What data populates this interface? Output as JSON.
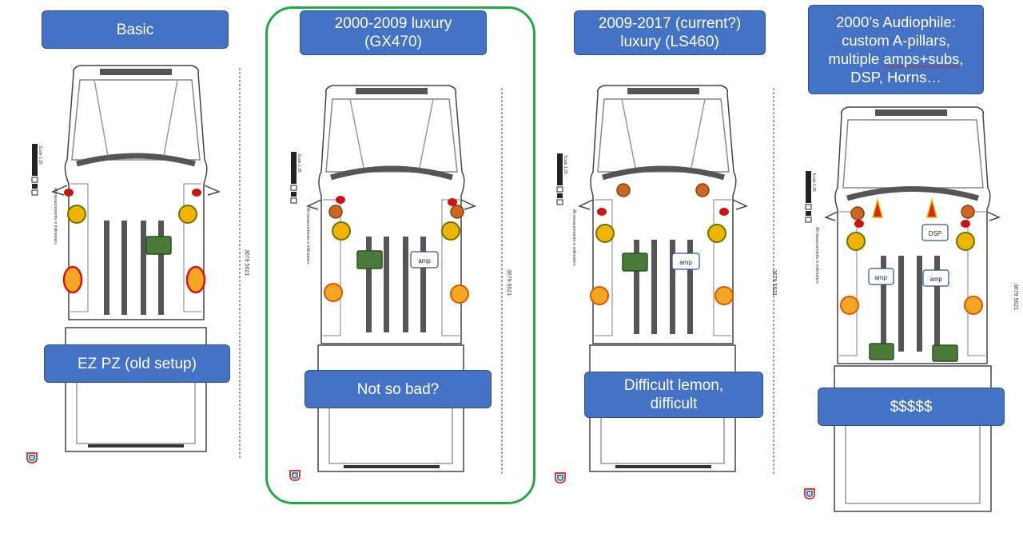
{
  "panels": [
    {
      "title": "Basic",
      "caption": "EZ PZ (old setup)",
      "dimension": "3679 5621",
      "units_note": "All measurements in millimeters",
      "scale": "Scale 1:25"
    },
    {
      "title_line1": "2000-2009 luxury",
      "title_line2": "(GX470)",
      "caption": "Not so bad?",
      "amp": "amp",
      "dimension": "3679 5621",
      "units_note": "All measurements in millimeters",
      "scale": "Scale 1:25"
    },
    {
      "title_line1": "2009-2017 (current?)",
      "title_line2": "luxury (LS460)",
      "caption_line1": "Difficult lemon,",
      "caption_line2": "difficult",
      "amp": "amp",
      "dimension": "3679 5621",
      "units_note": "All measurements in millimeters",
      "scale": "Scale 1:25"
    },
    {
      "title_line1": "2000’s Audiophile:",
      "title_line2": "custom A-pillars,",
      "title_line3_a": "multiple ",
      "title_line3_b": "amps+subs",
      "title_line3_c": ",",
      "title_line4": "DSP, Horns…",
      "caption": "$$$$$",
      "amp1": "amp",
      "amp2": "amp",
      "dsp": "DSP",
      "dimension": "3679 5621",
      "units_note": "All measurements in millimeters",
      "scale": "Scale 1:25"
    }
  ],
  "colors": {
    "label_fill": "#4472c4",
    "highlight_border": "#22aa44",
    "sub_green": "#4a7a3a",
    "tweeter_red": "#cc1111",
    "midrange_orange": "#cc6622",
    "speaker_yellow": "#f0b400",
    "rear_orange": "#f5a623",
    "rear_red_fill": "#f5a623",
    "horn_red": "#d42a0a"
  }
}
